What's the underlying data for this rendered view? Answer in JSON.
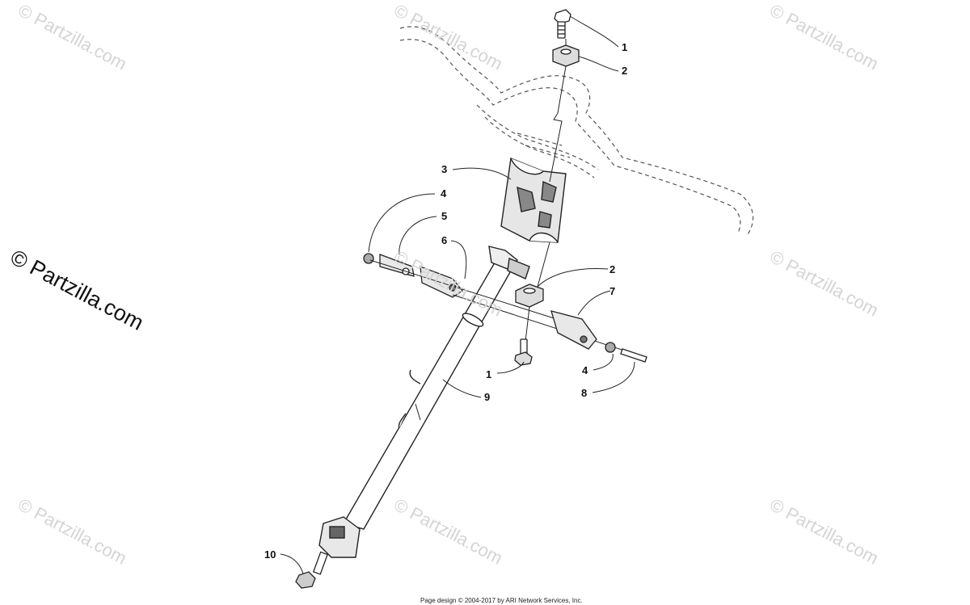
{
  "watermark": {
    "main": "© Partzilla.com",
    "faint": "© Partzilla.com"
  },
  "callouts": [
    "1",
    "2",
    "3",
    "4",
    "5",
    "6",
    "2",
    "7",
    "1",
    "4",
    "8",
    "9",
    "10"
  ],
  "footer": "Page design © 2004-2017 by ARI Network Services, Inc."
}
